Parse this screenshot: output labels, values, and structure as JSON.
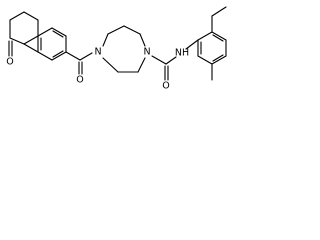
{
  "molecule": {
    "atoms": {
      "ketone_oxygen": "O",
      "carbonyl_oxygen": "O",
      "amide_oxygen": "O",
      "ring_nitrogen_left": "N",
      "ring_nitrogen_right": "N",
      "amide_nitrogen": "NH"
    }
  },
  "colors": {
    "bond": "#000000",
    "label": "#000000",
    "background": "#ffffff"
  }
}
